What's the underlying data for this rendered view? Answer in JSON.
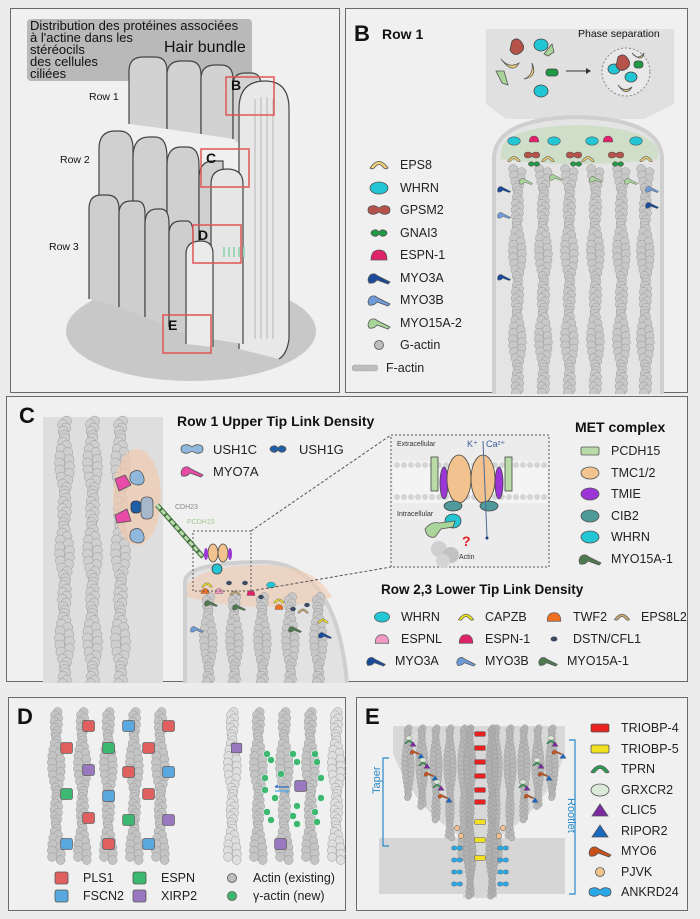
{
  "panel_a": {
    "caption_lines": [
      "Distribution des protéines associées",
      "à l'actine dans les",
      "stéréocils",
      "des cellules",
      "ciliées"
    ],
    "title": "Hair bundle",
    "row_labels": [
      "Row 1",
      "Row 2",
      "Row 3"
    ],
    "callouts": [
      "B",
      "C",
      "D",
      "E"
    ]
  },
  "panel_b": {
    "letter": "B",
    "title": "Row 1",
    "inset_label": "Phase separation",
    "legend": [
      {
        "label": "EPS8",
        "color": "#f3d27a",
        "shape": "crescent"
      },
      {
        "label": "WHRN",
        "color": "#22c6d4",
        "shape": "ellipse"
      },
      {
        "label": "GPSM2",
        "color": "#b5524a",
        "shape": "dumbbell"
      },
      {
        "label": "GNAI3",
        "color": "#1f9a44",
        "shape": "dumbbell-small"
      },
      {
        "label": "ESPN-1",
        "color": "#e0226b",
        "shape": "dome"
      },
      {
        "label": "MYO3A",
        "color": "#1a4a9a",
        "shape": "myosin"
      },
      {
        "label": "MYO3B",
        "color": "#6f9ad8",
        "shape": "myosin"
      },
      {
        "label": "MYO15A-2",
        "color": "#a9d49a",
        "shape": "myosin"
      },
      {
        "label": "G-actin",
        "color": "#bdbdbd",
        "shape": "dot"
      },
      {
        "label": "F-actin",
        "color": "#bdbdbd",
        "shape": "filament"
      }
    ]
  },
  "panel_c": {
    "letter": "C",
    "upper_title": "Row 1 Upper Tip Link Density",
    "upper_legend": [
      {
        "label": "USH1C",
        "color": "#8fb8dc",
        "shape": "dumbbell"
      },
      {
        "label": "USH1G",
        "color": "#1f5fa8",
        "shape": "dumbbell-small"
      },
      {
        "label": "MYO7A",
        "color": "#e84aa8",
        "shape": "myosin"
      }
    ],
    "tip_link_labels": [
      "CDH23",
      "PCDH15"
    ],
    "inset": {
      "extracellular": "Extracellular",
      "intracellular": "Intracellular",
      "ions": [
        "K⁺",
        "Ca²⁺"
      ],
      "actin": "Actin",
      "question": "?"
    },
    "met_title": "MET complex",
    "met_legend": [
      {
        "label": "PCDH15",
        "color": "#b9dba8",
        "shape": "rect"
      },
      {
        "label": "TMC1/2",
        "color": "#f2c28f",
        "shape": "ellipse"
      },
      {
        "label": "TMIE",
        "color": "#9b35d6",
        "shape": "ellipse"
      },
      {
        "label": "CIB2",
        "color": "#4e9a9a",
        "shape": "ellipse"
      },
      {
        "label": "WHRN",
        "color": "#22c6d4",
        "shape": "ellipse"
      },
      {
        "label": "MYO15A-1",
        "color": "#4f7a4f",
        "shape": "myosin"
      }
    ],
    "lower_title": "Row 2,3 Lower Tip Link Density",
    "lower_legend": [
      {
        "label": "WHRN",
        "color": "#22c6d4",
        "shape": "ellipse"
      },
      {
        "label": "CAPZB",
        "color": "#f0e020",
        "shape": "crescent"
      },
      {
        "label": "TWF2",
        "color": "#f07020",
        "shape": "dome"
      },
      {
        "label": "EPS8L2",
        "color": "#c9a870",
        "shape": "crescent"
      },
      {
        "label": "ESPNL",
        "color": "#f29ac4",
        "shape": "dome"
      },
      {
        "label": "ESPN-1",
        "color": "#e0226b",
        "shape": "dome"
      },
      {
        "label": "DSTN/CFL1",
        "color": "#3a4a60",
        "shape": "dot-small"
      },
      {
        "label": "MYO3A",
        "color": "#1a4a9a",
        "shape": "myosin"
      },
      {
        "label": "MYO3B",
        "color": "#6f9ad8",
        "shape": "myosin"
      },
      {
        "label": "MYO15A-1",
        "color": "#4f7a4f",
        "shape": "myosin"
      }
    ]
  },
  "panel_d": {
    "letter": "D",
    "legend": [
      {
        "label": "PLS1",
        "color": "#e06060",
        "shape": "square"
      },
      {
        "label": "FSCN2",
        "color": "#5aa8e0",
        "shape": "square"
      },
      {
        "label": "ESPN",
        "color": "#3cb870",
        "shape": "square"
      },
      {
        "label": "XIRP2",
        "color": "#9a78c0",
        "shape": "square"
      },
      {
        "label": "Actin (existing)",
        "color": "#bdbdbd",
        "shape": "dot"
      },
      {
        "label": "γ-actin (new)",
        "color": "#3cb870",
        "shape": "dot"
      }
    ]
  },
  "panel_e": {
    "letter": "E",
    "side_labels": [
      "Taper",
      "Rootlet"
    ],
    "legend": [
      {
        "label": "TRIOBP-4",
        "color": "#e82020",
        "shape": "rect"
      },
      {
        "label": "TRIOBP-5",
        "color": "#f0e020",
        "shape": "rect"
      },
      {
        "label": "TPRN",
        "color": "#28a050",
        "shape": "crescent"
      },
      {
        "label": "GRXCR2",
        "color": "#dcebd8",
        "shape": "ellipse"
      },
      {
        "label": "CLIC5",
        "color": "#7a2aa0",
        "shape": "triangle"
      },
      {
        "label": "RIPOR2",
        "color": "#1a68c0",
        "shape": "triangle"
      },
      {
        "label": "MYO6",
        "color": "#c8501a",
        "shape": "myosin"
      },
      {
        "label": "PJVK",
        "color": "#f2c28f",
        "shape": "dot"
      },
      {
        "label": "ANKRD24",
        "color": "#2aa8e8",
        "shape": "dumbbell"
      }
    ]
  }
}
